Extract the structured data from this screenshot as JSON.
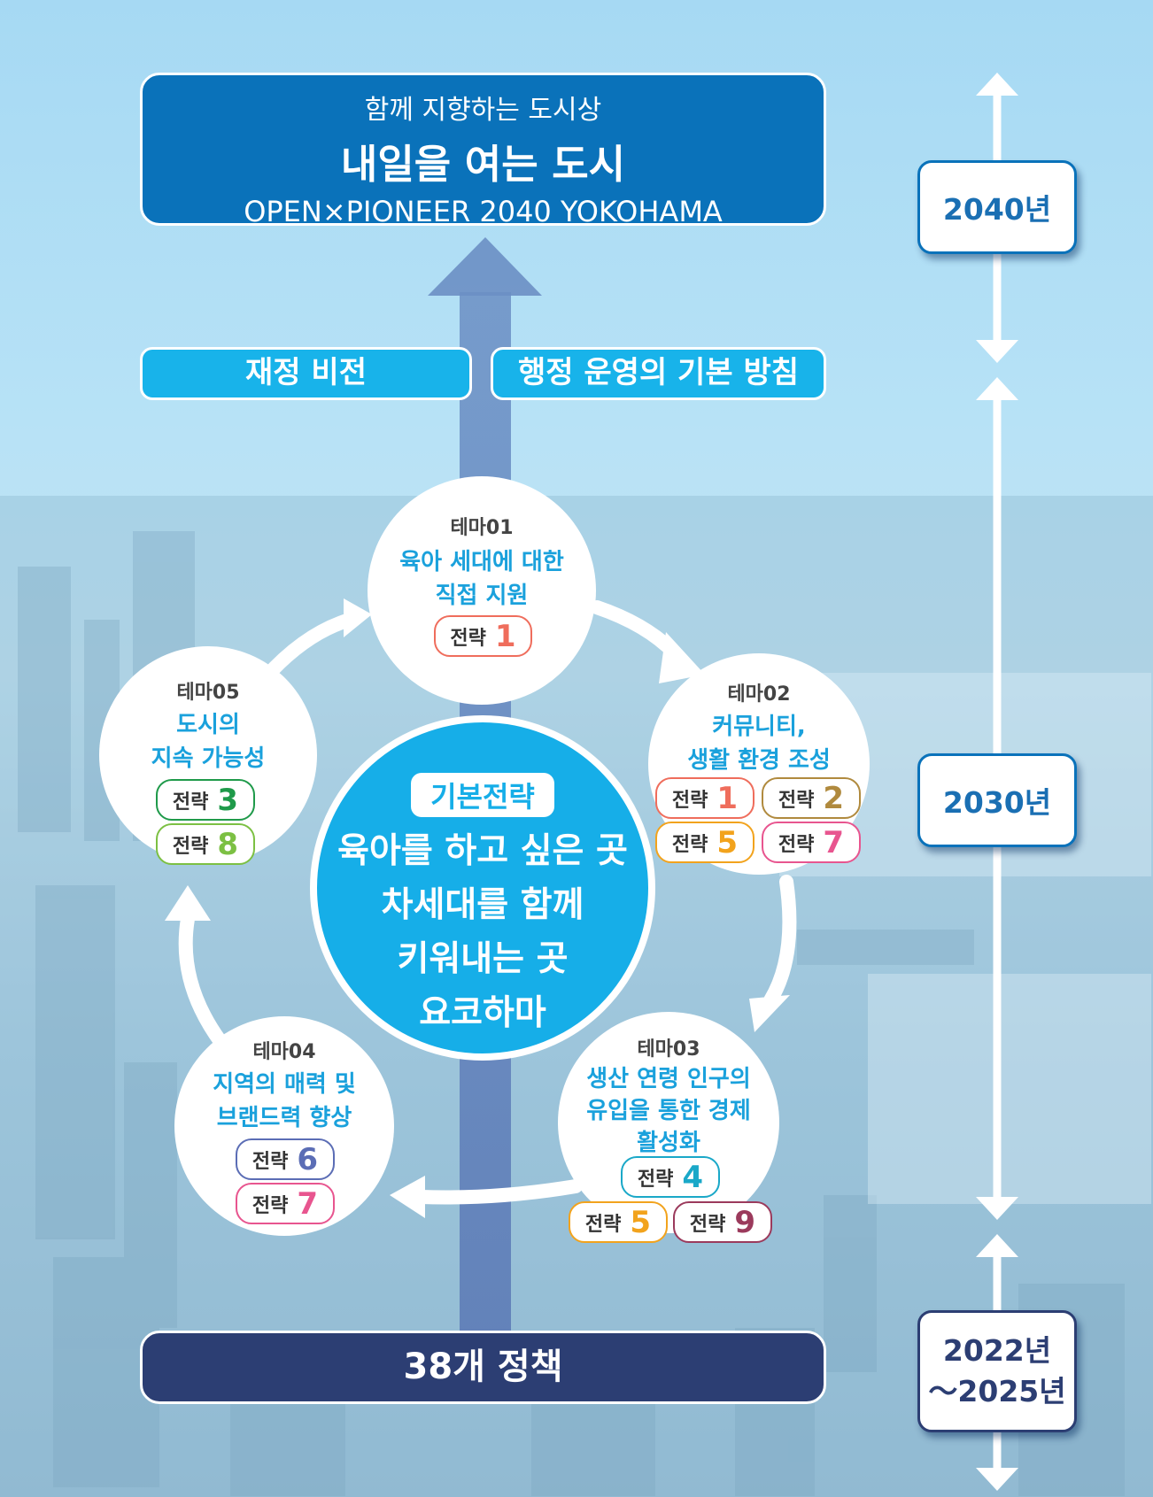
{
  "vision": {
    "subtitle": "함께 지향하는 도시상",
    "title": "내일을 여는 도시",
    "english": "OPEN×PIONEER 2040 YOKOHAMA"
  },
  "pillars": {
    "left": "재정 비전",
    "right": "행정 운영의 기본 방침"
  },
  "years": {
    "y2040": "2040년",
    "y2030": "2030년",
    "range_start": "2022년",
    "range_end": "～2025년"
  },
  "center": {
    "badge": "기본전략",
    "lines": [
      "육아를 하고 싶은 곳",
      "차세대를 함께",
      "키워내는 곳",
      "요코하마"
    ]
  },
  "themes": [
    {
      "num": "테마01",
      "title": [
        "육아 세대에 대한",
        "직접 지원"
      ],
      "strategies": [
        {
          "label": "전략",
          "n": "1"
        }
      ]
    },
    {
      "num": "테마02",
      "title": [
        "커뮤니티,",
        "생활 환경 조성"
      ],
      "strategies": [
        {
          "label": "전략",
          "n": "1"
        },
        {
          "label": "전략",
          "n": "2"
        },
        {
          "label": "전략",
          "n": "5"
        },
        {
          "label": "전략",
          "n": "7"
        }
      ]
    },
    {
      "num": "테마03",
      "title": [
        "생산 연령 인구의",
        "유입을 통한 경제",
        "활성화"
      ],
      "strategies": [
        {
          "label": "전략",
          "n": "4"
        },
        {
          "label": "전략",
          "n": "5"
        },
        {
          "label": "전략",
          "n": "9"
        }
      ]
    },
    {
      "num": "테마04",
      "title": [
        "지역의 매력 및",
        "브랜드력 향상"
      ],
      "strategies": [
        {
          "label": "전략",
          "n": "6"
        },
        {
          "label": "전략",
          "n": "7"
        }
      ]
    },
    {
      "num": "테마05",
      "title": [
        "도시의",
        "지속 가능성"
      ],
      "strategies": [
        {
          "label": "전략",
          "n": "3"
        },
        {
          "label": "전략",
          "n": "8"
        }
      ]
    }
  ],
  "strategy_colors": {
    "1": "#ef6d5c",
    "2": "#b08a3e",
    "3": "#1f9a4a",
    "4": "#1aa8c8",
    "5": "#f2a31d",
    "6": "#5b6db5",
    "7": "#e8558f",
    "8": "#7cc043",
    "9": "#9b3a5c"
  },
  "policies": "38개 정책"
}
